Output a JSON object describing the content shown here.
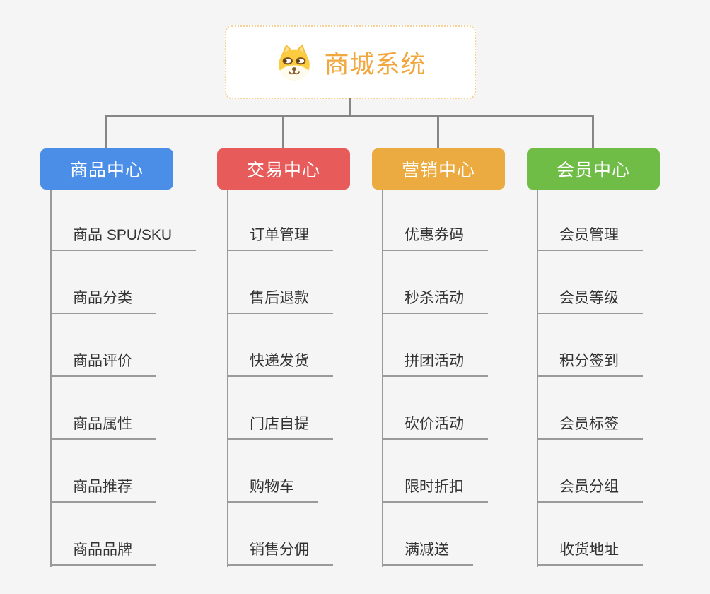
{
  "root": {
    "title": "商城系统",
    "icon": "dog-face-icon"
  },
  "palette": {
    "background": "#f5f5f5",
    "connector_main": "#868686",
    "connector_sub": "#9a9a9a",
    "root_border": "#f6d193",
    "root_text": "#f1a73e",
    "item_text": "#333333",
    "branch_text": "#ffffff"
  },
  "branches": [
    {
      "label": "商品中心",
      "color": "#4a8ee8",
      "items": [
        "商品 SPU/SKU",
        "商品分类",
        "商品评价",
        "商品属性",
        "商品推荐",
        "商品品牌"
      ]
    },
    {
      "label": "交易中心",
      "color": "#e85b5b",
      "items": [
        "订单管理",
        "售后退款",
        "快递发货",
        "门店自提",
        "购物车",
        "销售分佣"
      ]
    },
    {
      "label": "营销中心",
      "color": "#ebab40",
      "items": [
        "优惠券码",
        "秒杀活动",
        "拼团活动",
        "砍价活动",
        "限时折扣",
        "满减送"
      ]
    },
    {
      "label": "会员中心",
      "color": "#6fbd47",
      "items": [
        "会员管理",
        "会员等级",
        "积分签到",
        "会员标签",
        "会员分组",
        "收货地址"
      ]
    }
  ]
}
